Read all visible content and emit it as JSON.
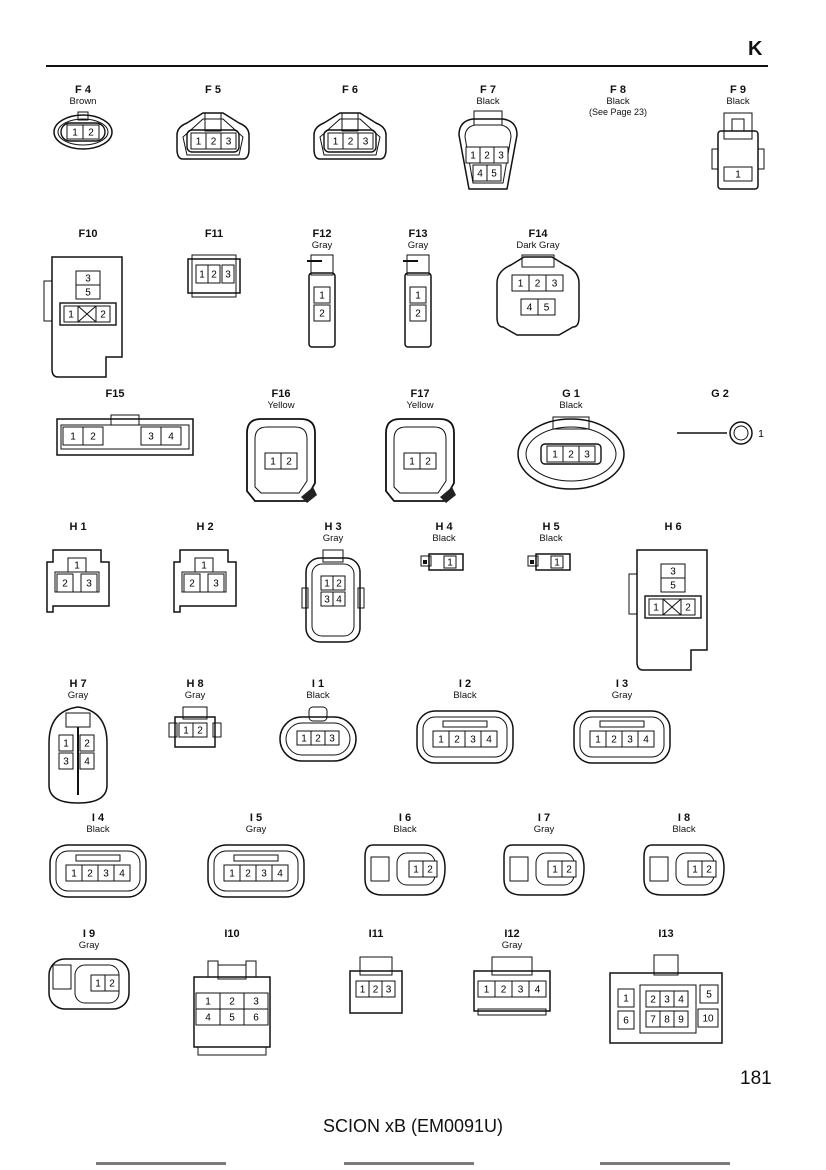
{
  "section_letter": "K",
  "page_number": "181",
  "footer": "SCION xB (EM0091U)",
  "connectors": [
    {
      "code": "F 4",
      "color": "Brown",
      "pins": [
        "1",
        "2"
      ]
    },
    {
      "code": "F 5",
      "color": "",
      "pins": [
        "1",
        "2",
        "3"
      ]
    },
    {
      "code": "F 6",
      "color": "",
      "pins": [
        "1",
        "2",
        "3"
      ]
    },
    {
      "code": "F 7",
      "color": "Black",
      "pins": [
        "1",
        "2",
        "3",
        "4",
        "5"
      ]
    },
    {
      "code": "F 8",
      "color": "Black",
      "note": "(See Page 23)",
      "pins": []
    },
    {
      "code": "F 9",
      "color": "Black",
      "pins": [
        "1"
      ]
    },
    {
      "code": "F10",
      "color": "",
      "pins": [
        "3",
        "5",
        "1",
        "2"
      ]
    },
    {
      "code": "F11",
      "color": "",
      "pins": [
        "1",
        "2",
        "3"
      ]
    },
    {
      "code": "F12",
      "color": "Gray",
      "pins": [
        "1",
        "2"
      ]
    },
    {
      "code": "F13",
      "color": "Gray",
      "pins": [
        "1",
        "2"
      ]
    },
    {
      "code": "F14",
      "color": "Dark Gray",
      "pins": [
        "1",
        "2",
        "3",
        "4",
        "5"
      ]
    },
    {
      "code": "F15",
      "color": "",
      "pins": [
        "1",
        "2",
        "3",
        "4"
      ]
    },
    {
      "code": "F16",
      "color": "Yellow",
      "pins": [
        "1",
        "2"
      ]
    },
    {
      "code": "F17",
      "color": "Yellow",
      "pins": [
        "1",
        "2"
      ]
    },
    {
      "code": "G 1",
      "color": "Black",
      "pins": [
        "1",
        "2",
        "3"
      ]
    },
    {
      "code": "G 2",
      "color": "",
      "pins": [
        "1"
      ]
    },
    {
      "code": "H 1",
      "color": "",
      "pins": [
        "1",
        "2",
        "3"
      ]
    },
    {
      "code": "H 2",
      "color": "",
      "pins": [
        "1",
        "2",
        "3"
      ]
    },
    {
      "code": "H 3",
      "color": "Gray",
      "pins": [
        "1",
        "2",
        "3",
        "4"
      ]
    },
    {
      "code": "H 4",
      "color": "Black",
      "pins": [
        "1"
      ]
    },
    {
      "code": "H 5",
      "color": "Black",
      "pins": [
        "1"
      ]
    },
    {
      "code": "H 6",
      "color": "",
      "pins": [
        "3",
        "5",
        "1",
        "2"
      ]
    },
    {
      "code": "H 7",
      "color": "Gray",
      "pins": [
        "1",
        "2",
        "3",
        "4"
      ]
    },
    {
      "code": "H 8",
      "color": "Gray",
      "pins": [
        "1",
        "2"
      ]
    },
    {
      "code": "I 1",
      "color": "Black",
      "pins": [
        "1",
        "2",
        "3"
      ]
    },
    {
      "code": "I 2",
      "color": "Black",
      "pins": [
        "1",
        "2",
        "3",
        "4"
      ]
    },
    {
      "code": "I 3",
      "color": "Gray",
      "pins": [
        "1",
        "2",
        "3",
        "4"
      ]
    },
    {
      "code": "I 4",
      "color": "Black",
      "pins": [
        "1",
        "2",
        "3",
        "4"
      ]
    },
    {
      "code": "I 5",
      "color": "Gray",
      "pins": [
        "1",
        "2",
        "3",
        "4"
      ]
    },
    {
      "code": "I 6",
      "color": "Black",
      "pins": [
        "1",
        "2"
      ]
    },
    {
      "code": "I 7",
      "color": "Gray",
      "pins": [
        "1",
        "2"
      ]
    },
    {
      "code": "I 8",
      "color": "Black",
      "pins": [
        "1",
        "2"
      ]
    },
    {
      "code": "I 9",
      "color": "Gray",
      "pins": [
        "1",
        "2"
      ]
    },
    {
      "code": "I10",
      "color": "",
      "pins": [
        "1",
        "2",
        "3",
        "4",
        "5",
        "6"
      ]
    },
    {
      "code": "I11",
      "color": "",
      "pins": [
        "1",
        "2",
        "3"
      ]
    },
    {
      "code": "I12",
      "color": "Gray",
      "pins": [
        "1",
        "2",
        "3",
        "4"
      ]
    },
    {
      "code": "I13",
      "color": "",
      "pins": [
        "1",
        "2",
        "3",
        "4",
        "5",
        "6",
        "7",
        "8",
        "9",
        "10"
      ]
    }
  ]
}
